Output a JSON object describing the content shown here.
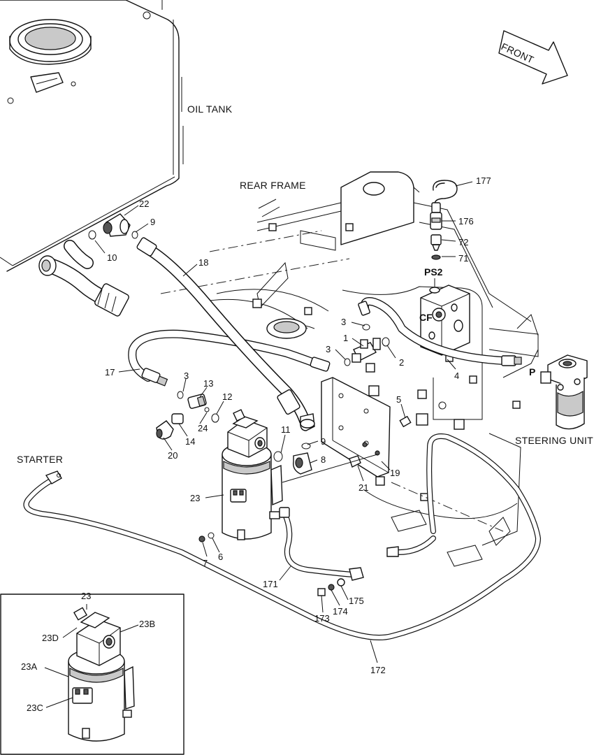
{
  "labels": {
    "oil_tank": "OIL TANK",
    "rear_frame": "REAR FRAME",
    "front": "FRONT",
    "starter": "STARTER",
    "steering_unit": "STEERING UNIT",
    "ps2": "PS2",
    "cf": "CF",
    "p": "P"
  },
  "callouts": {
    "c177": "177",
    "c176": "176",
    "c72": "72",
    "c71": "71",
    "c22": "22",
    "c9a": "9",
    "c10": "10",
    "c18": "18",
    "c3a": "3",
    "c1": "1",
    "c3b": "3",
    "c2": "2",
    "c4": "4",
    "c17": "17",
    "c3c": "3",
    "c13": "13",
    "c12": "12",
    "c24": "24",
    "c14": "14",
    "c20": "20",
    "c5": "5",
    "c11": "11",
    "c9b": "9",
    "c8": "8",
    "c21": "21",
    "c19": "19",
    "c23": "23",
    "c7": "7",
    "c6": "6",
    "c171": "171",
    "c175": "175",
    "c174": "174",
    "c173": "173",
    "c172": "172"
  },
  "detail": {
    "title": "23",
    "a": "23A",
    "b": "23B",
    "c": "23C",
    "d": "23D"
  }
}
